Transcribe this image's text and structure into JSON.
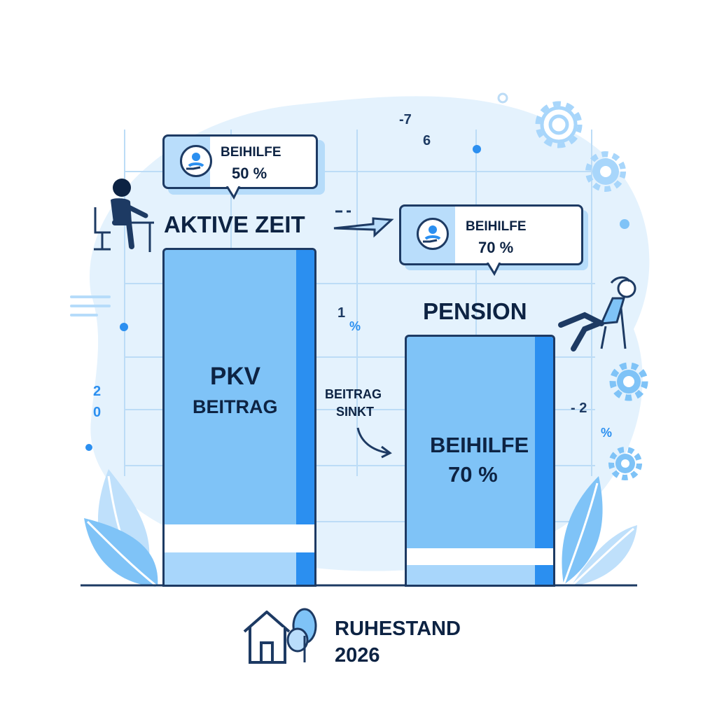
{
  "labels": {
    "aktive_zeit": "AKTIVE ZEIT",
    "pension": "PENSION",
    "pkv_line1": "PKV",
    "pkv_line2": "BEITRAG",
    "bar2_line1": "BEIHILFE",
    "bar2_line2": "70 %",
    "beitrag_sinkt_line1": "BEITRAG",
    "beitrag_sinkt_line2": "SINKT",
    "footer_line1": "RUHESTAND",
    "footer_line2": "2026"
  },
  "bubbles": {
    "left": {
      "line1": "BEIHILFE",
      "line2": "50 %"
    },
    "right": {
      "line1": "BEIHILFE",
      "line2": "70 %"
    }
  },
  "floating_numbers": {
    "n1": "-7",
    "n2": "6",
    "n3": "1",
    "n4": "%",
    "n5": "2",
    "n6": "0",
    "n7": "- 2",
    "n8": "%"
  },
  "colors": {
    "navy": "#1d3a63",
    "bar_fill": "#7fc3f7",
    "bar_stripe": "#2b8ff0",
    "blob": "#e2f1fd",
    "accent": "#2b8ff0"
  },
  "icons": [
    "person-at-desk-icon",
    "relaxing-person-icon",
    "gear-icon",
    "house-icon",
    "tree-icon",
    "leaf-icon",
    "arrow-right-icon",
    "curved-arrow-icon",
    "hand-person-icon"
  ]
}
